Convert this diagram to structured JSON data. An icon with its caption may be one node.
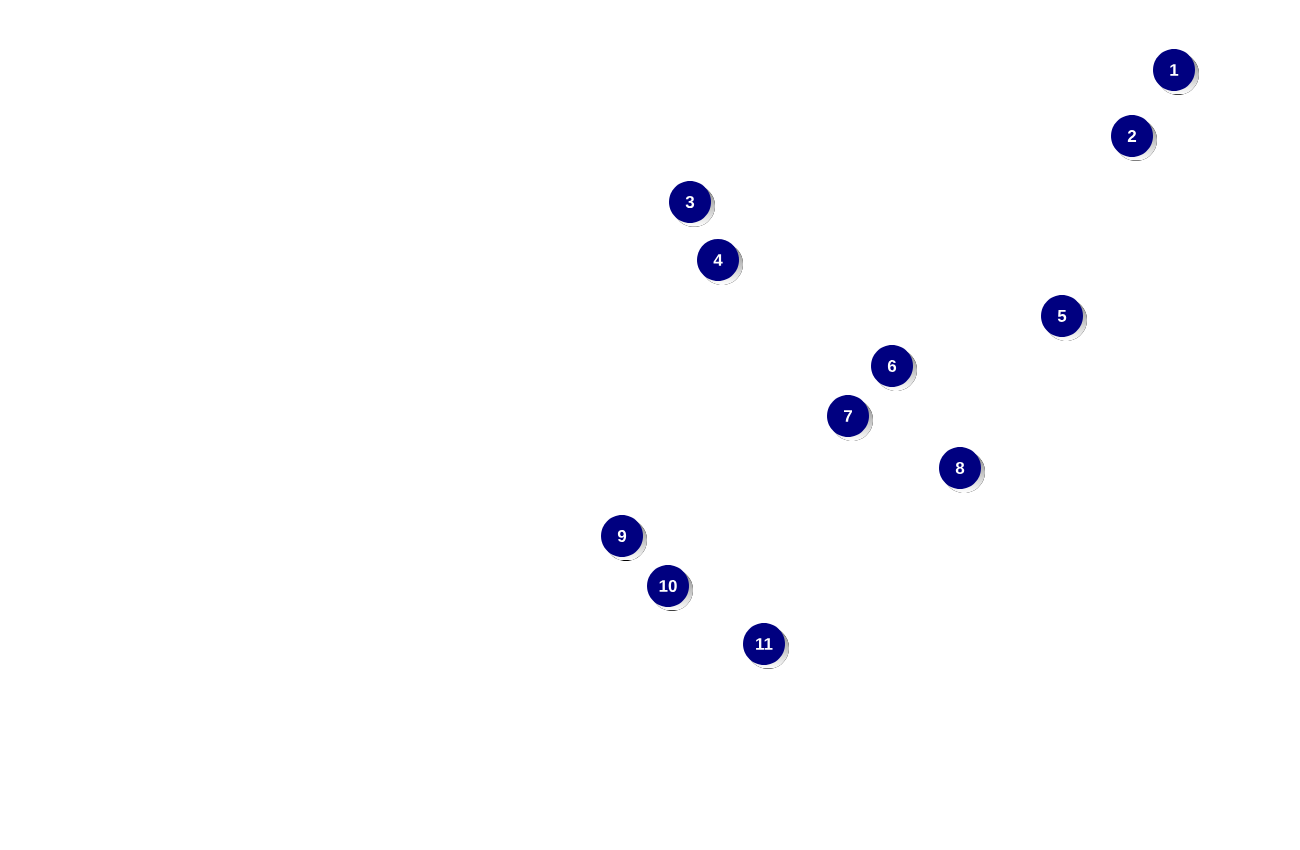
{
  "diagram": {
    "labels": [
      "1",
      "2",
      "3",
      "4",
      "5",
      "6",
      "7",
      "8",
      "9",
      "10",
      "11"
    ]
  }
}
